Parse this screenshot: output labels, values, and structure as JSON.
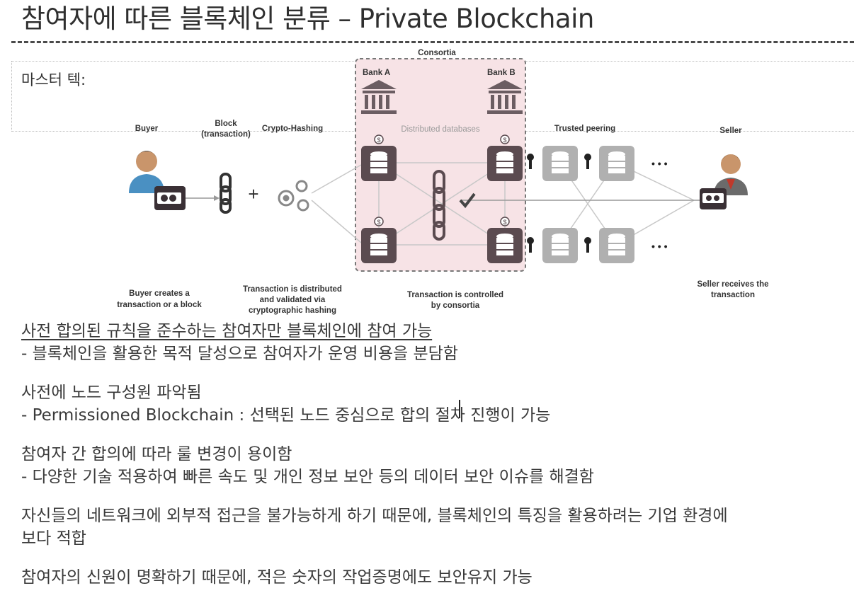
{
  "slide": {
    "title": "참여자에 따른 블록체인 분류 – Private Blockchain",
    "placeholder_text": "마스터 텍:"
  },
  "diagram": {
    "consortia_label": "Consortia",
    "bank_a": "Bank A",
    "bank_b": "Bank B",
    "distributed_databases": "Distributed databases",
    "trusted_peering": "Trusted peering",
    "buyer": "Buyer",
    "seller": "Seller",
    "block_line1": "Block",
    "block_line2": "(transaction)",
    "crypto_hashing": "Crypto-Hashing",
    "plus": "+",
    "coin_symbol": "$",
    "dots": "• • •",
    "caption_buyer": [
      "Buyer creates a",
      "transaction or a block"
    ],
    "caption_hashing": [
      "Transaction is distributed",
      "and validated via",
      "cryptographic hashing"
    ],
    "caption_consortia": [
      "Transaction is controlled",
      "by consortia"
    ],
    "caption_seller": [
      "Seller receives the",
      "transaction"
    ]
  },
  "body": {
    "line1": "사전 합의된 규칙을 준수하는 참여자만 블록체인에 참여 가능",
    "line2": "- 블록체인을 활용한 목적 달성으로 참여자가 운영 비용을 분담함",
    "line3": "사전에 노드 구성원 파악됨",
    "line4": "- Permissioned Blockchain : 선택된 노드 중심으로 합의 절차 진행이 가능",
    "line5": "참여자 간 합의에 따라 룰 변경이 용이함",
    "line6": "- 다양한 기술 적용하여 빠른 속도 및 개인 정보 보안 등의 데이터 보안 이슈를 해결함",
    "line7": "자신들의 네트워크에 외부적 접근을 불가능하게 하기 때문에, 블록체인의 특징을 활용하려는 기업 환경에",
    "line8": "보다 적합",
    "line9": "참여자의 신원이 명확하기 때문에, 적은 숫자의 작업증명에도 보안유지 가능"
  },
  "colors": {
    "consortia_fill": "#f7e3e6",
    "db_dark": "#5b4b50",
    "db_gray": "#b0b0b0",
    "line_gray": "#c8c8c8"
  }
}
